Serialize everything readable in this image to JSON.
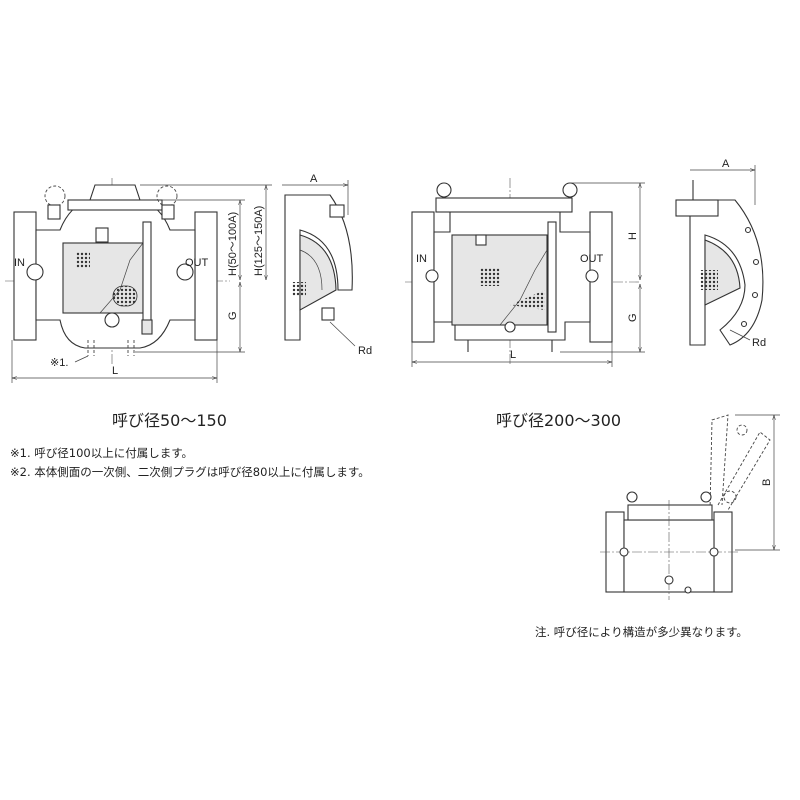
{
  "figure1": {
    "caption": "呼び径50～150",
    "labels": {
      "in": "IN",
      "out": "OUT",
      "h1": "H(50～100A)",
      "h2": "H(125～150A)",
      "g": "G",
      "l": "L",
      "a": "A",
      "rd": "Rd",
      "ref1": "※1."
    }
  },
  "figure2": {
    "caption": "呼び径200～300",
    "labels": {
      "in": "IN",
      "out": "OUT",
      "h": "H",
      "g": "G",
      "l": "L",
      "a": "A",
      "rd": "Rd"
    }
  },
  "figure3": {
    "labels": {
      "b": "B"
    }
  },
  "notes": [
    "※1. 呼び径100以上に付属します。",
    "※2. 本体側面の一次側、二次側プラグは呼び径80以上に付属します。"
  ],
  "footnote": "注. 呼び径により構造が多少異なります。"
}
